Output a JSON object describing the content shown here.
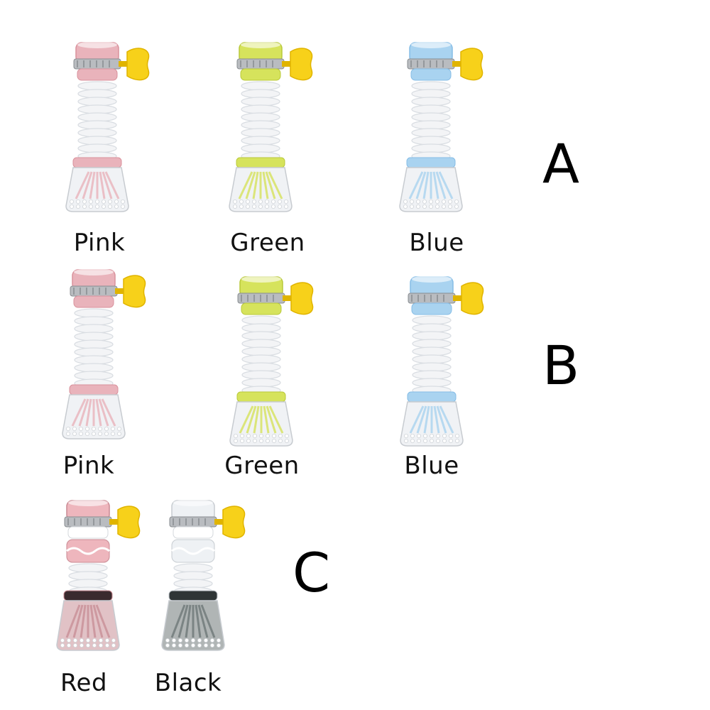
{
  "groups": [
    {
      "letter": "A",
      "products": [
        {
          "label": "Pink",
          "accent": "#e9b3bb",
          "accent_dark": "#d9929c"
        },
        {
          "label": "Green",
          "accent": "#d6e35c",
          "accent_dark": "#b9c93a"
        },
        {
          "label": "Blue",
          "accent": "#a9d3f0",
          "accent_dark": "#86bde6"
        }
      ]
    },
    {
      "letter": "B",
      "products": [
        {
          "label": "Pink",
          "accent": "#e9b3bb",
          "accent_dark": "#d9929c"
        },
        {
          "label": "Green",
          "accent": "#d6e35c",
          "accent_dark": "#b9c93a"
        },
        {
          "label": "Blue",
          "accent": "#a9d3f0",
          "accent_dark": "#86bde6"
        }
      ]
    },
    {
      "letter": "C",
      "products": [
        {
          "label": "Red",
          "accent": "#eeb6bd",
          "accent_dark": "#c98a93",
          "head_tint": "#c98f97"
        },
        {
          "label": "Black",
          "accent": "#eef1f4",
          "accent_dark": "#c7ccd1",
          "head_tint": "#6f7879"
        }
      ]
    }
  ],
  "colors": {
    "key": "#f7d11a",
    "key_dark": "#e0b400",
    "bellows": "#f3f4f6",
    "bellows_shadow": "#d9dde2",
    "clamp": "#b9bcc0",
    "glass": "#eef1f4"
  }
}
